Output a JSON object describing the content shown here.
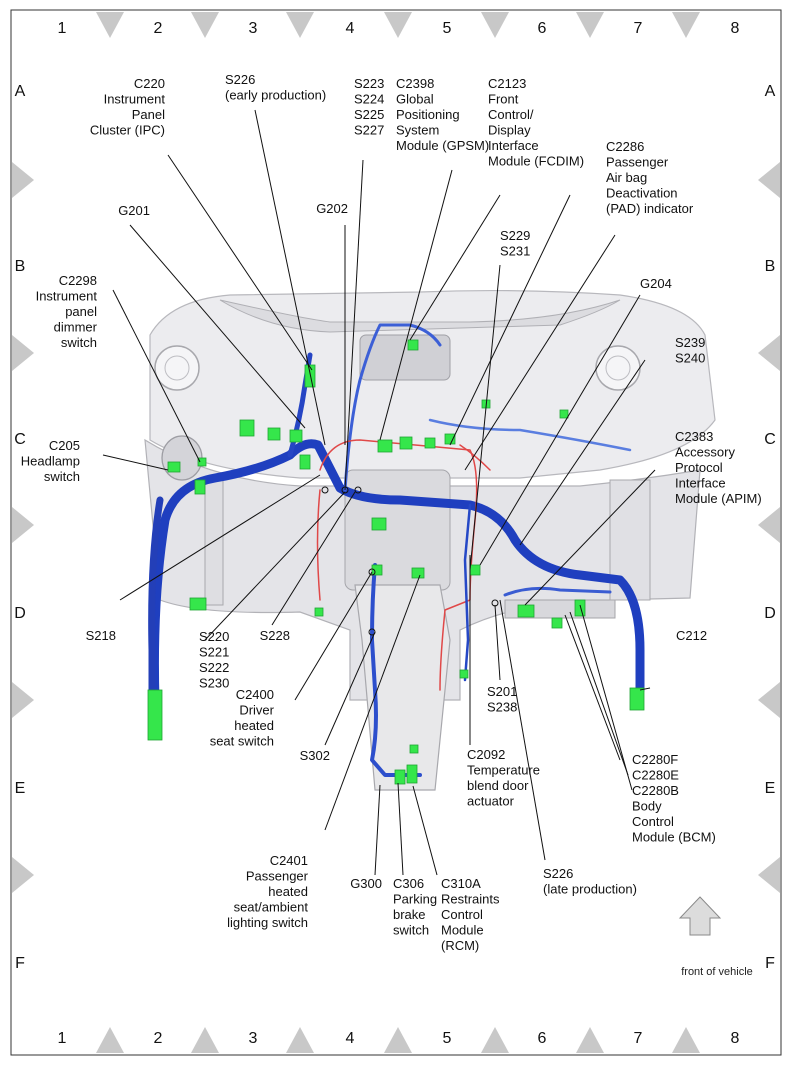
{
  "grid": {
    "columns": [
      "1",
      "2",
      "3",
      "4",
      "5",
      "6",
      "7",
      "8"
    ],
    "rows": [
      "A",
      "B",
      "C",
      "D",
      "E",
      "F"
    ]
  },
  "colors": {
    "harness_main": "#1f3fbf",
    "harness_light": "#4f72d9",
    "harness_red": "#e04848",
    "connector": "#35e64b",
    "console": "#e8e8ea",
    "marker": "#c8c8c8",
    "leader": "#111111"
  },
  "labels": {
    "c220": [
      "C220",
      "Instrument",
      "Panel",
      "Cluster (IPC)"
    ],
    "s226_early": [
      "S226",
      "(early production)"
    ],
    "s223": [
      "S223",
      "S224",
      "S225",
      "S227"
    ],
    "c2398": [
      "C2398",
      "Global",
      "Positioning",
      "System",
      "Module (GPSM)"
    ],
    "c2123": [
      "C2123",
      "Front",
      "Control/",
      "Display",
      "Interface",
      "Module (FCDIM)"
    ],
    "c2286": [
      "C2286",
      "Passenger",
      "Air bag",
      "Deactivation",
      "(PAD) indicator"
    ],
    "g201": [
      "G201"
    ],
    "g202": [
      "G202"
    ],
    "s229": [
      "S229",
      "S231"
    ],
    "c2298": [
      "C2298",
      "Instrument",
      "panel",
      "dimmer",
      "switch"
    ],
    "g204": [
      "G204"
    ],
    "s239": [
      "S239",
      "S240"
    ],
    "c205": [
      "C205",
      "Headlamp",
      "switch"
    ],
    "c2383": [
      "C2383",
      "Accessory",
      "Protocol",
      "Interface",
      "Module (APIM)"
    ],
    "s218": [
      "S218"
    ],
    "s220": [
      "S220",
      "S221",
      "S222",
      "S230"
    ],
    "s228": [
      "S228"
    ],
    "c2400": [
      "C2400",
      "Driver",
      "heated",
      "seat switch"
    ],
    "s302": [
      "S302"
    ],
    "c212": [
      "C212"
    ],
    "s201": [
      "S201",
      "S238"
    ],
    "c2092": [
      "C2092",
      "Temperature",
      "blend door",
      "actuator"
    ],
    "c2280": [
      "C2280F",
      "C2280E",
      "C2280B",
      "Body",
      "Control",
      "Module (BCM)"
    ],
    "c2401": [
      "C2401",
      "Passenger",
      "heated",
      "seat/ambient",
      "lighting switch"
    ],
    "g300": [
      "G300"
    ],
    "c306": [
      "C306",
      "Parking",
      "brake",
      "switch"
    ],
    "c310a": [
      "C310A",
      "Restraints",
      "Control",
      "Module",
      "(RCM)"
    ],
    "s226_late": [
      "S226",
      "(late production)"
    ],
    "front": [
      "front of vehicle"
    ]
  }
}
